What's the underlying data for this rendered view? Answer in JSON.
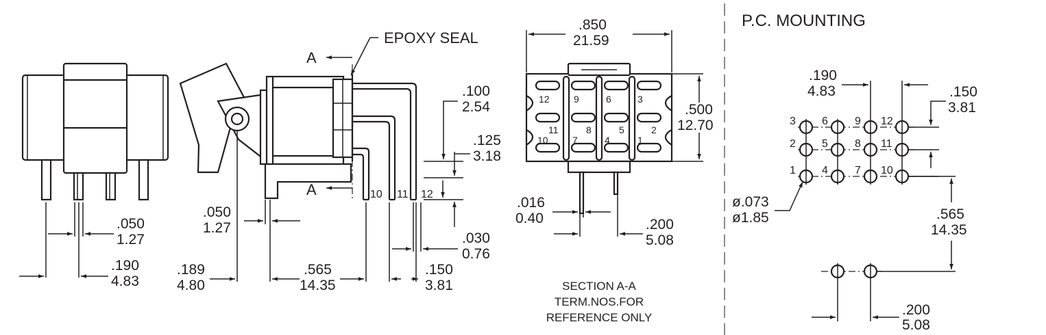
{
  "title": "P.C. MOUNTING",
  "epoxy_label": "EPOXY SEAL",
  "section_letter": "A",
  "section_note": [
    "SECTION A-A",
    "TERM.NOS.FOR",
    "REFERENCE ONLY"
  ],
  "dimensions": {
    "front_050": [
      ".050",
      "1.27"
    ],
    "front_190": [
      ".190",
      "4.83"
    ],
    "side_050": [
      ".050",
      "1.27"
    ],
    "side_189": [
      ".189",
      "4.80"
    ],
    "side_565": [
      ".565",
      "14.35"
    ],
    "side_100": [
      ".100",
      "2.54"
    ],
    "side_125": [
      ".125",
      "3.18"
    ],
    "side_030": [
      ".030",
      "0.76"
    ],
    "side_150": [
      ".150",
      "3.81"
    ],
    "sec_850": [
      ".850",
      "21.59"
    ],
    "sec_500": [
      ".500",
      "12.70"
    ],
    "sec_016": [
      ".016",
      "0.40"
    ],
    "sec_200": [
      ".200",
      "5.08"
    ],
    "pc_190": [
      ".190",
      "4.83"
    ],
    "pc_150": [
      ".150",
      "3.81"
    ],
    "pc_dia": [
      "ø.073",
      "ø1.85"
    ],
    "pc_565": [
      ".565",
      "14.35"
    ],
    "pc_200": [
      ".200",
      "5.08"
    ]
  },
  "side_terminals": [
    "10",
    "11",
    "12"
  ],
  "section_terminals": [
    "12",
    "9",
    "6",
    "3",
    "11",
    "8",
    "5",
    "2",
    "10",
    "7",
    "4",
    "1"
  ],
  "pc_hole_numbers": [
    "3",
    "6",
    "9",
    "12",
    "2",
    "5",
    "8",
    "11",
    "1",
    "4",
    "7",
    "10"
  ]
}
